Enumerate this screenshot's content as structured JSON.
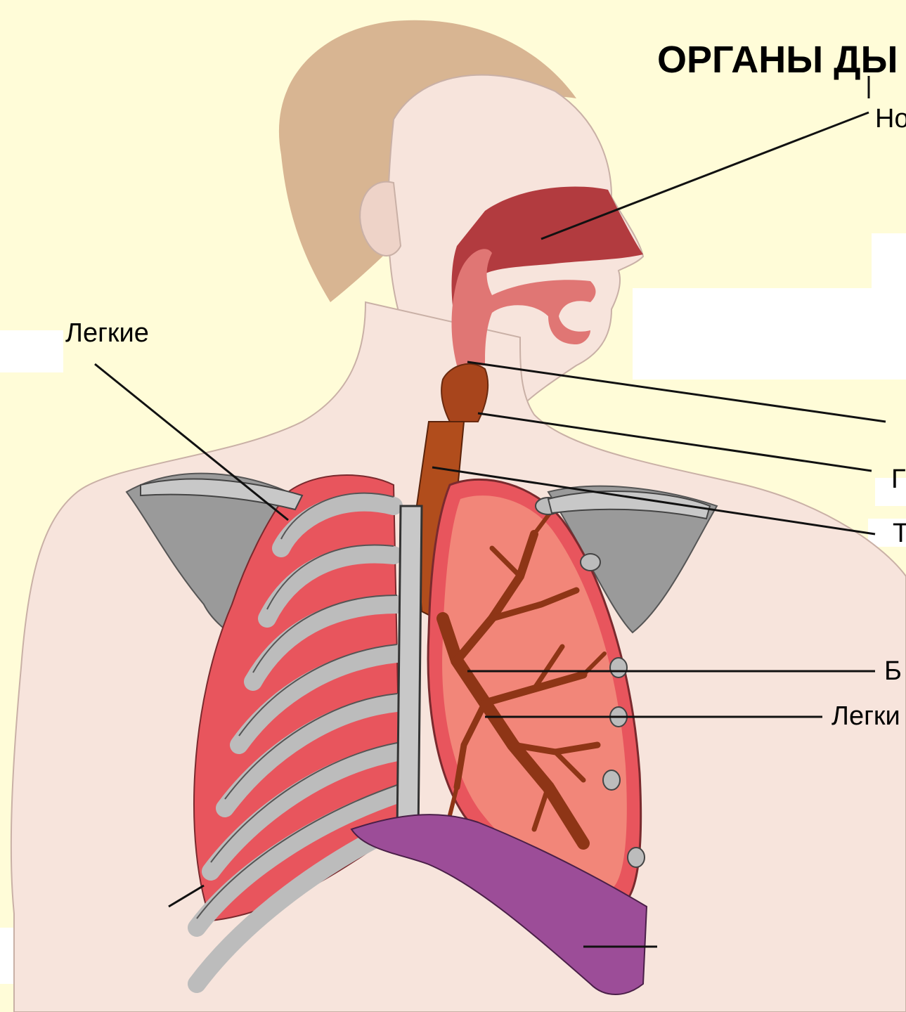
{
  "title": "ОРГАНЫ ДЫ",
  "labels": {
    "nose": "Но",
    "lungs_left": "Легкие",
    "larynx": "Г",
    "trachea": "Т",
    "bronchi": "Б",
    "lungs_right": "Легки"
  },
  "colors": {
    "background": "#fffcd8",
    "skin": "#f7e4dc",
    "hair": "#d8b592",
    "lung": "#e8555d",
    "airway": "#8e3516",
    "bone": "#bcbcbc",
    "diaphragm": "#9c4d98"
  }
}
